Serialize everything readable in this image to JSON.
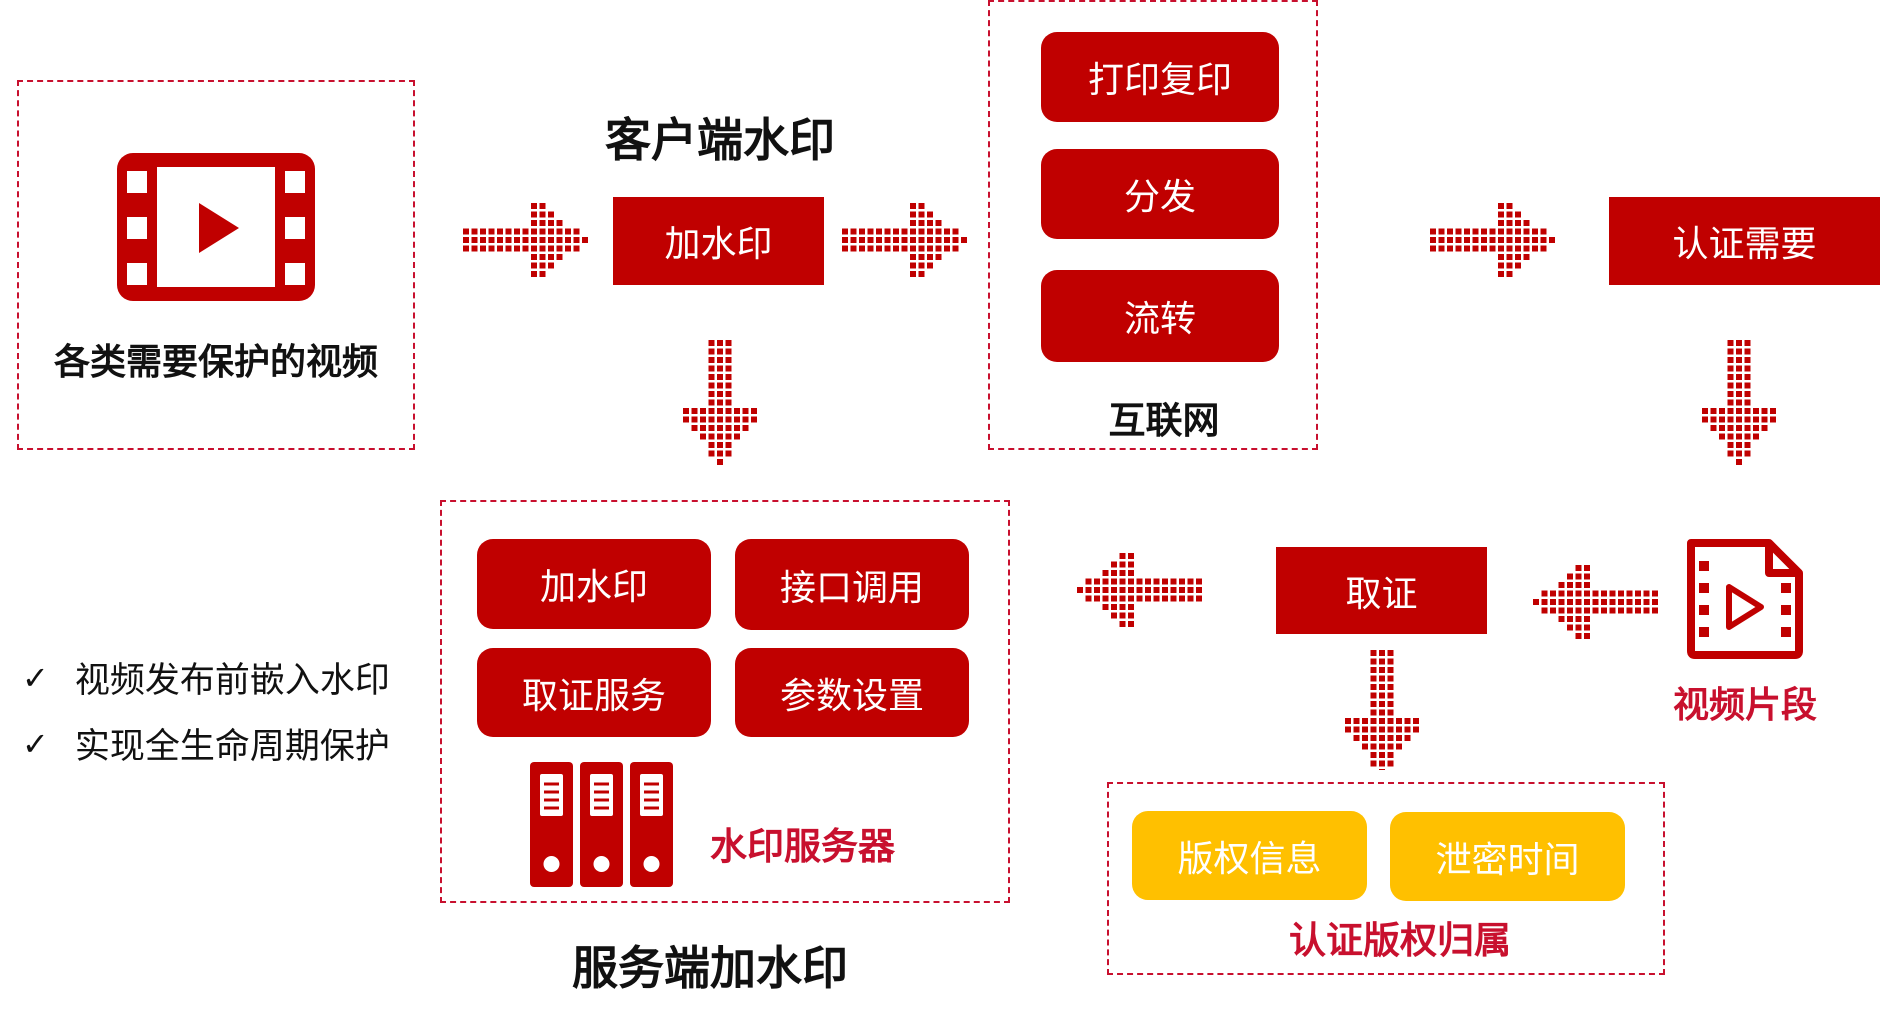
{
  "video_source": {
    "label": "各类需要保护的视频",
    "icon": "video-film-icon"
  },
  "client_watermark": {
    "title": "客户端水印",
    "action": "加水印"
  },
  "internet": {
    "label": "互联网",
    "items": [
      "打印复印",
      "分发",
      "流转"
    ]
  },
  "auth_need": {
    "label": "认证需要"
  },
  "video_clip": {
    "label": "视频片段",
    "icon": "video-file-icon"
  },
  "forensics": {
    "label": "取证"
  },
  "copyright": {
    "label": "认证版权归属",
    "items": [
      "版权信息",
      "泄密时间"
    ]
  },
  "server_watermark": {
    "title": "服务端加水印",
    "server_label": "水印服务器",
    "server_icon": "server-rack-icon",
    "functions": [
      "加水印",
      "接口调用",
      "取证服务",
      "参数设置"
    ]
  },
  "benefits": [
    {
      "check": "✓",
      "text": "视频发布前嵌入水印"
    },
    {
      "check": "✓",
      "text": "实现全生命周期保护"
    }
  ],
  "colors": {
    "primary_red": "#c00000",
    "accent_yellow": "#ffc000",
    "dash_red": "#c8102e"
  }
}
